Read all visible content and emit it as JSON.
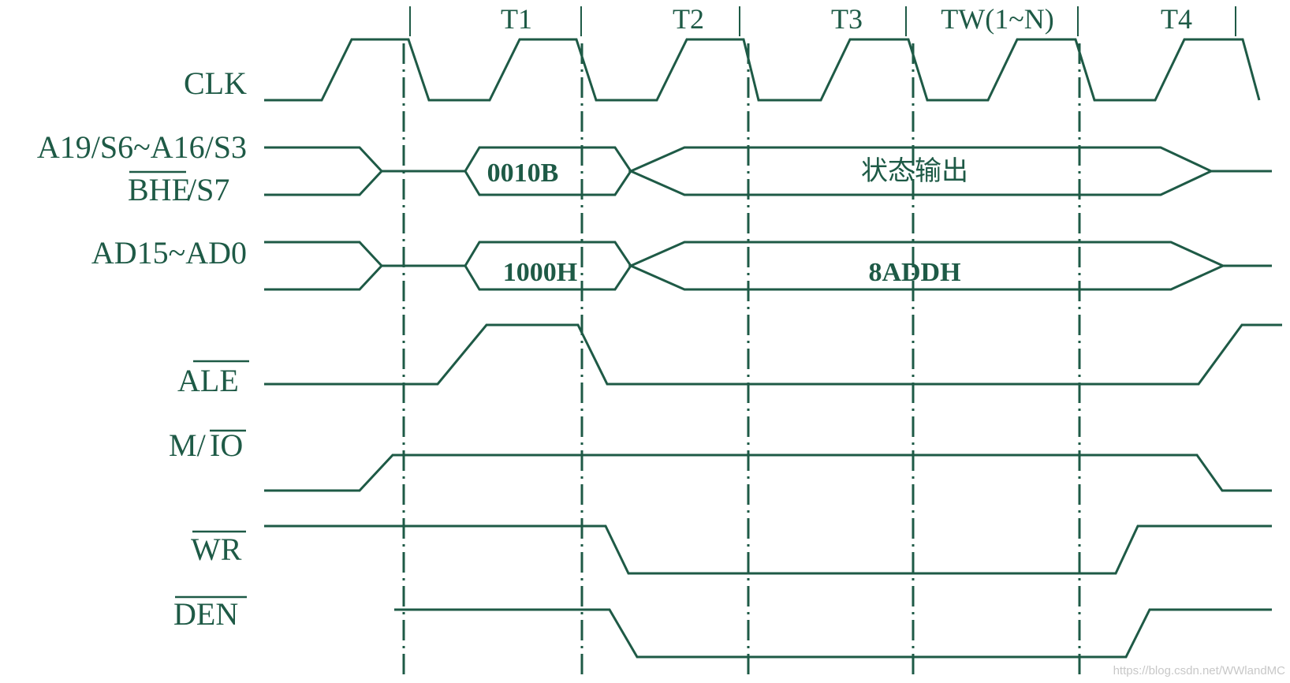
{
  "periods": [
    "T1",
    "T2",
    "T3",
    "TW(1~N)",
    "T4"
  ],
  "signals": {
    "clk": "CLK",
    "addr_status_top": "A19/S6~A16/S3",
    "bhe": "BHE",
    "bhe_suffix": "/S7",
    "ad": "AD15~AD0",
    "ale": "ALE",
    "mio_prefix": "M/",
    "mio_io": "IO",
    "wr": "WR",
    "den": "DEN"
  },
  "bus_values": {
    "addr_status_t1": "0010B",
    "addr_status_rest": "状态输出",
    "ad_t1": "1000H",
    "ad_rest": "8ADDH"
  },
  "watermark": "https://blog.csdn.net/WWlandMC",
  "colors": {
    "line": "#1e5a46",
    "background": "#ffffff"
  }
}
